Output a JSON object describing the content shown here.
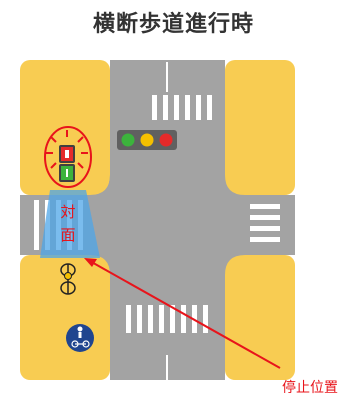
{
  "title": "横断歩道進行時",
  "crossing_label": {
    "line1": "対",
    "line2": "面"
  },
  "stop_position_label": "停止位置",
  "colors": {
    "road": "#a3a3a3",
    "sidewalk": "#f8cc52",
    "crosswalk_stripe": "#ffffff",
    "crossing_highlight": "#4da6e8",
    "annotation_red": "#e8141b",
    "signal_green": "#3cb33c",
    "signal_yellow": "#f5c000",
    "signal_red": "#e52a2a",
    "sign_blue": "#20458f"
  },
  "icons": {
    "pedestrian_signal": "pedestrian-signal-icon",
    "vehicle_signal": "traffic-light-icon",
    "bicycle": "bicycle-icon",
    "sign": "pedestrian-bicycle-sign-icon"
  }
}
